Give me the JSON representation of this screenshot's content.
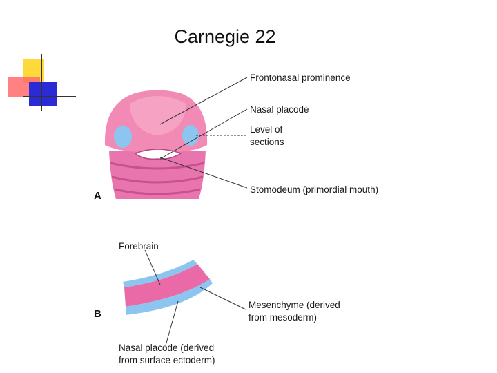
{
  "slide": {
    "title": "Carnegie 22"
  },
  "panel_a": {
    "letter": "A",
    "labels": {
      "frontonasal": "Frontonasal prominence",
      "nasal_placode": "Nasal placode",
      "level_line1": "Level of",
      "level_line2": "sections",
      "stomodeum": "Stomodeum (primordial mouth)"
    }
  },
  "panel_b": {
    "letter": "B",
    "labels": {
      "forebrain": "Forebrain",
      "mesenchyme_line1": "Mesenchyme (derived",
      "mesenchyme_line2": "from mesoderm)",
      "placode_line1": "Nasal placode (derived",
      "placode_line2": "from surface ectoderm)"
    }
  },
  "colors": {
    "tissue_pink": "#e96aa6",
    "tissue_light": "#f4a0c0",
    "placode_blue": "#8cc6f0",
    "deco_yellow": "#ffd83a",
    "deco_red": "#ff5a5a",
    "deco_blue": "#2b2bd6"
  }
}
